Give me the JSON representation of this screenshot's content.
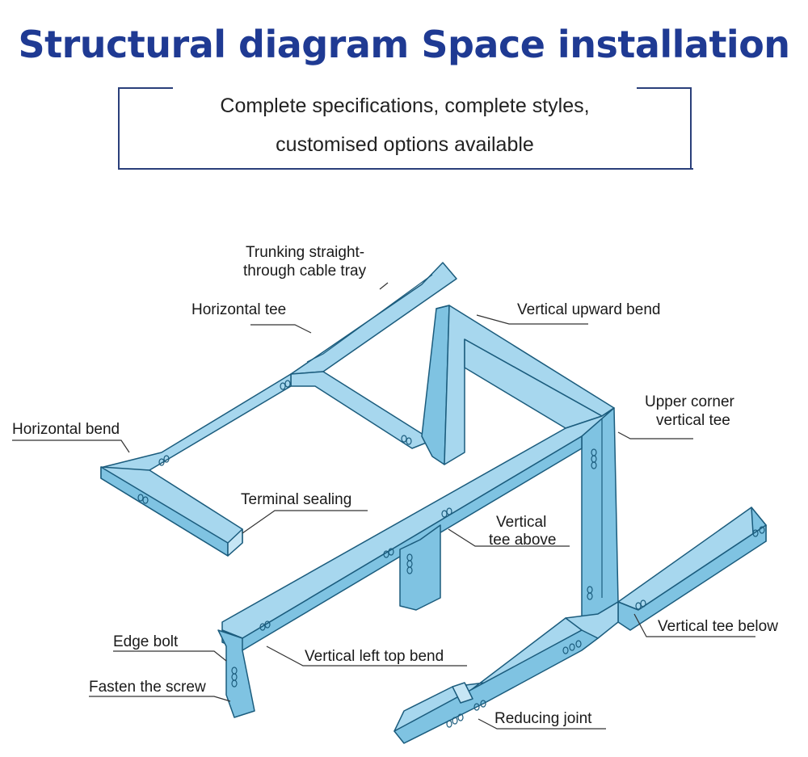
{
  "header": {
    "title": "Structural diagram Space installation",
    "subtitle_line1": "Complete specifications, complete styles,",
    "subtitle_line2": "customised options available"
  },
  "colors": {
    "title": "#1f3a93",
    "tray_fill": "#a7d7ee",
    "tray_outline": "#1b5c7d"
  },
  "labels": {
    "trunking_line1": "Trunking straight-",
    "trunking_line2": "through cable tray",
    "horizontal_tee": "Horizontal tee",
    "vertical_upward_bend": "Vertical upward bend",
    "horizontal_bend": "Horizontal bend",
    "upper_corner_line1": "Upper corner",
    "upper_corner_line2": "vertical tee",
    "terminal_sealing": "Terminal sealing",
    "vertical_tee_above_line1": "Vertical",
    "vertical_tee_above_line2": "tee above",
    "vertical_tee_below": "Vertical tee below",
    "edge_bolt": "Edge bolt",
    "vertical_left_top_bend": "Vertical left top bend",
    "fasten_the_screw": "Fasten the screw",
    "reducing_joint": "Reducing joint"
  }
}
